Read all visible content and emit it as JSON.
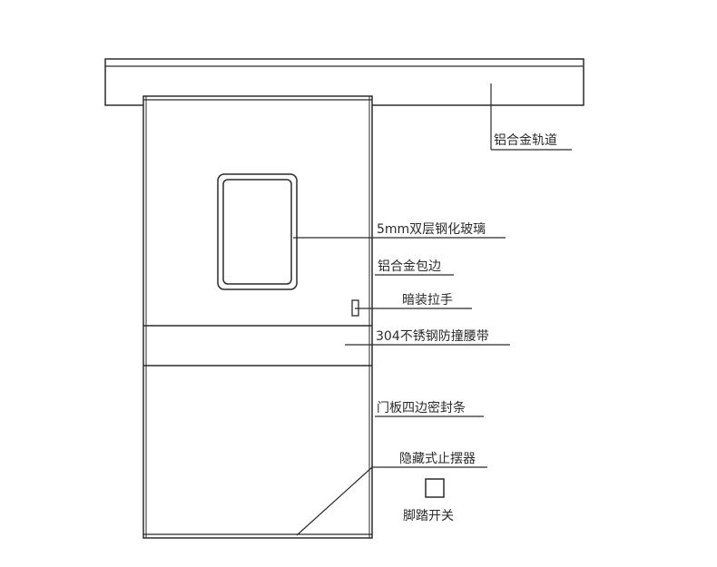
{
  "labels": {
    "track": "铝合金轨道",
    "glass": "5mm双层钢化玻璃",
    "edge": "铝合金包边",
    "handle": "暗装拉手",
    "bumper": "304不锈钢防撞腰带",
    "seal": "门板四边密封条",
    "stopper": "隐藏式止摆器",
    "foot_switch": "脚踏开关"
  },
  "colors": {
    "line": "#2b2b2b",
    "background": "#ffffff"
  }
}
